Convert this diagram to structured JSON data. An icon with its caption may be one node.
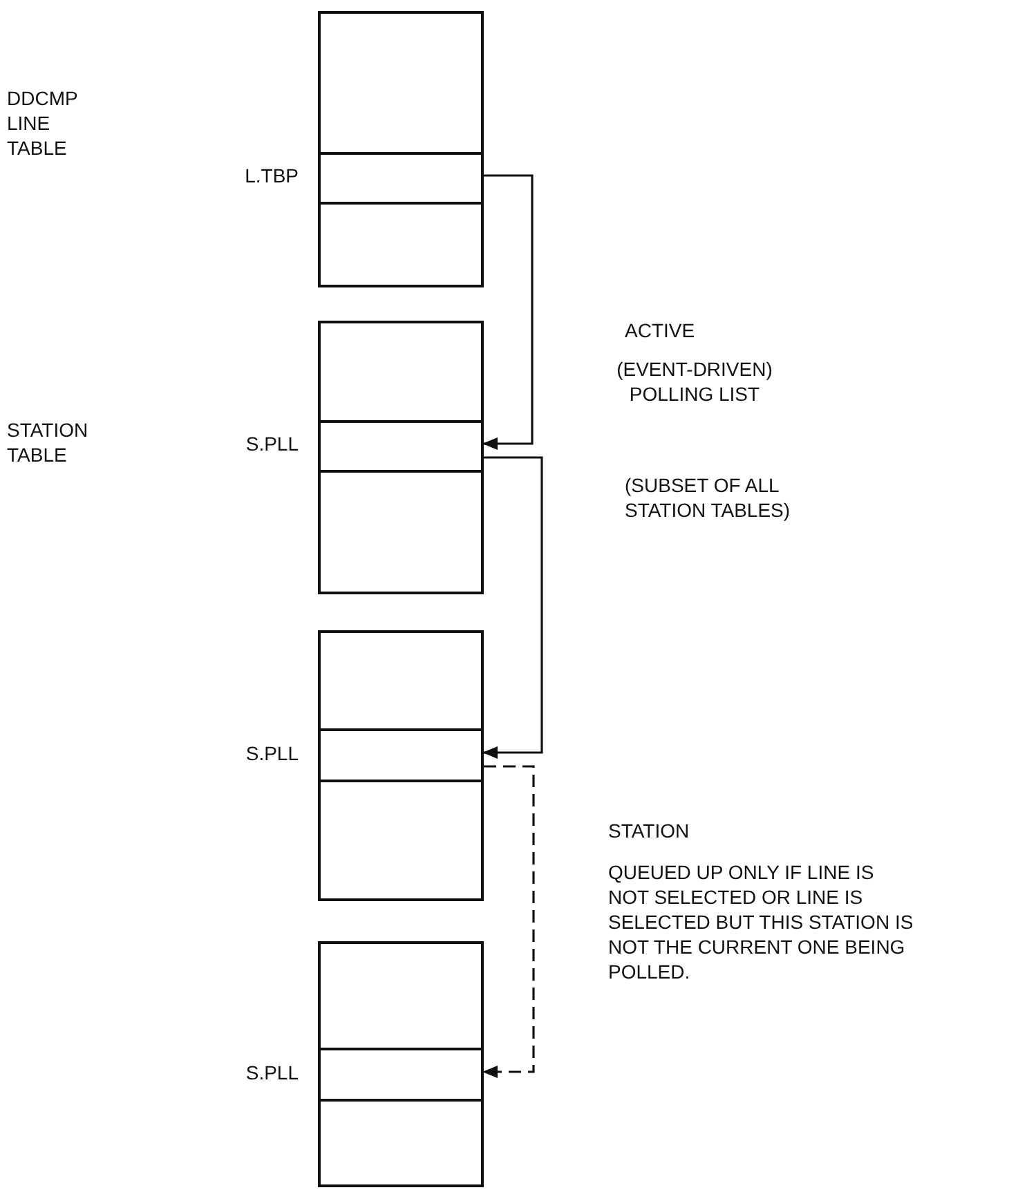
{
  "diagram": {
    "nodes": [
      {
        "text": [],
        "shape": "box"
      },
      {
        "text": [],
        "shape": "box",
        "in": 0,
        "beside": [
          "L.TBP"
        ]
      },
      {
        "text": [],
        "shape": "box"
      },
      {
        "text": [],
        "shape": "box",
        "in": 2,
        "beside": [
          "S.PLL"
        ]
      },
      {
        "text": [],
        "shape": "box"
      },
      {
        "text": [],
        "shape": "box",
        "in": 4,
        "beside": [
          "S.PLL"
        ]
      },
      {
        "text": [],
        "shape": "box"
      },
      {
        "text": [],
        "shape": "box",
        "in": 6,
        "beside": [
          "S.PLL"
        ]
      }
    ],
    "edges": [
      {
        "from": 1,
        "to": 3,
        "arrow": "to"
      },
      {
        "from": 3,
        "to": 5,
        "arrow": "to"
      },
      {
        "from": 5,
        "to": 7,
        "arrow": "to",
        "style": "dashed"
      }
    ],
    "labels": [
      "DDCMP LINE TABLE",
      "STATION TABLE",
      "ACTIVE",
      "(EVENT-DRIVEN) POLLING LIST",
      "(SUBSET OF ALL STATION TABLES)",
      "STATION",
      "QUEUED UP ONLY IF LINE IS NOT SELECTED OR LINE IS SELECTED BUT THIS STATION IS NOT THE CURRENT ONE BEING POLLED."
    ]
  }
}
